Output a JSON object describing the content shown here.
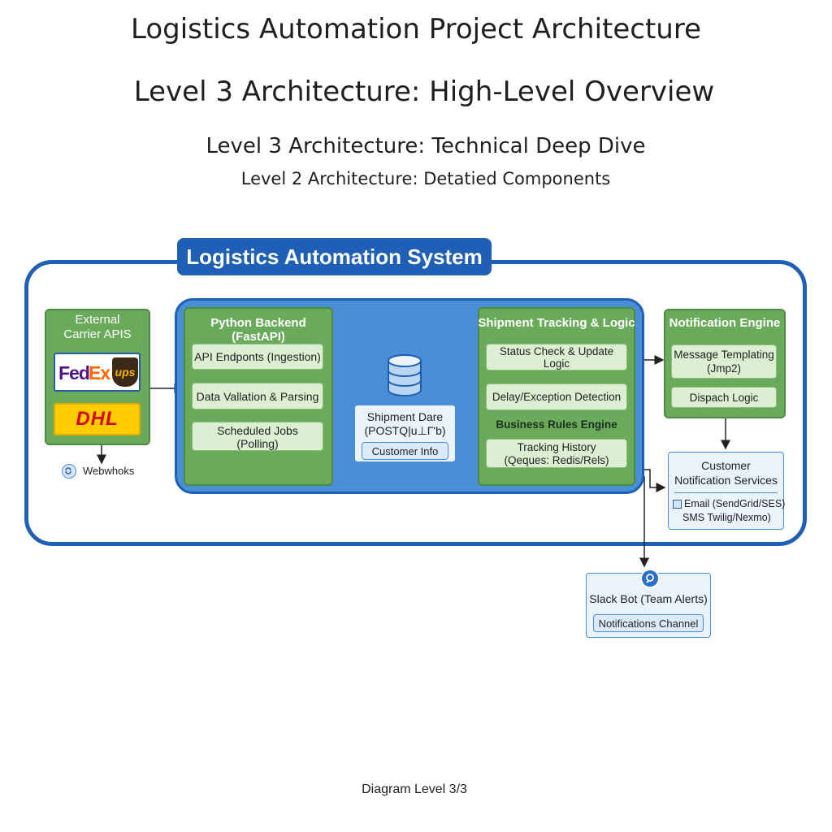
{
  "titles": {
    "main": "Logistics Automation Project Architecture",
    "level3_overview": "Level 3 Architecture: High-Level Overview",
    "level3_deep": "Level 3 Architecture: Technical Deep Dive",
    "level2": "Level 2 Architecture: Detatied Components"
  },
  "system": {
    "title": "Logistics Automation System"
  },
  "carriers": {
    "title_line1": "External",
    "title_line2": "Carrier APIS",
    "fedex_fed": "Fed",
    "fedex_ex": "Ex",
    "ups": "ups",
    "dhl": "DHL",
    "webhooks": "Webwhoks"
  },
  "backend": {
    "title": "Python Backend (FastAPI)",
    "items": [
      "API Endponts (Ingestion)",
      "Data Vallation & Parsing",
      "Scheduled Jobs",
      "(Polling)"
    ]
  },
  "database": {
    "line1": "Shipment Dare",
    "line2": "(POSTQ|u⊥Γ'b)",
    "customer": "Customer Info"
  },
  "tracking": {
    "title": "Shipment Tracking & Logic",
    "status": "Status Check & Update Logic",
    "delay": "Delay/Exception Detection",
    "rules": "Business Rules Engine",
    "history1": "Tracking History",
    "history2": "(Qeques: Redis/Rels)"
  },
  "notification": {
    "title": "Notification Engine",
    "templ1": "Message Templating",
    "templ2": "(Jmp2)",
    "dispatch": "Dispach Logic"
  },
  "services": {
    "title1": "Customer",
    "title2": "Notification Services",
    "email": "Email (SendGrid/SES)",
    "sms": "SMS Twilig/Nexmo)"
  },
  "slack": {
    "title": "Slack Bot (Team Alerts)",
    "channel": "Notifications Channel"
  },
  "footer": "Diagram Level 3/3",
  "colors": {
    "accent_blue": "#1f5fb5",
    "panel_blue": "#4a8fd6",
    "green": "#6aaa5b",
    "light_green": "#dcefd2",
    "light_blue": "#eaf3fc"
  }
}
